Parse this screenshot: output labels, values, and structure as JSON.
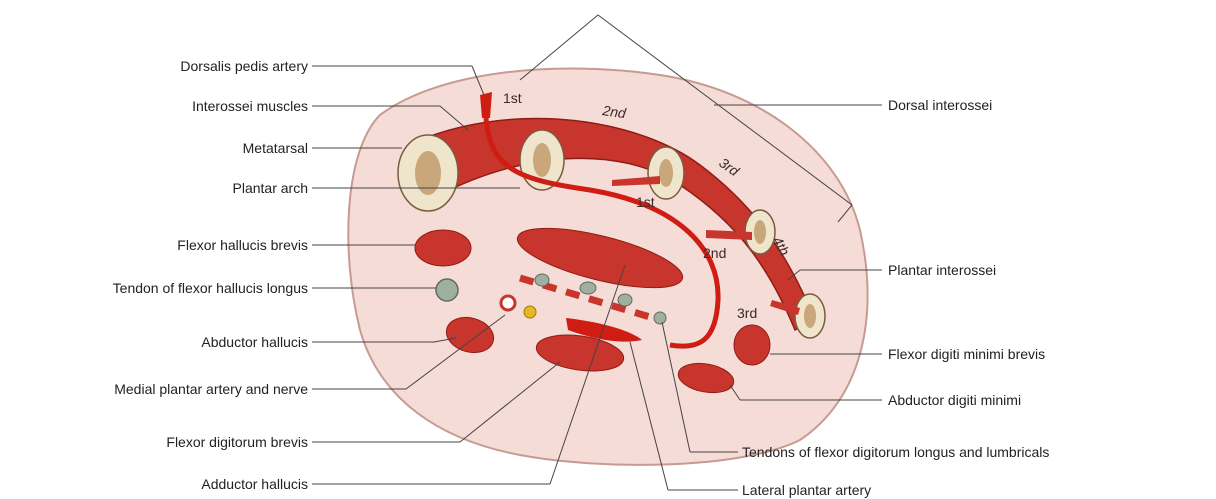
{
  "labels_left": {
    "dorsalis_pedis_artery": "Dorsalis pedis artery",
    "interossei_muscles": "Interossei muscles",
    "metatarsal": "Metatarsal",
    "plantar_arch": "Plantar arch",
    "flexor_hallucis_brevis": "Flexor hallucis brevis",
    "tendon_flexor_hallucis_longus": "Tendon of flexor hallucis longus",
    "abductor_hallucis": "Abductor hallucis",
    "medial_plantar_artery_nerve": "Medial plantar artery and nerve",
    "flexor_digitorum_brevis": "Flexor digitorum brevis",
    "adductor_hallucis": "Adductor hallucis"
  },
  "labels_right": {
    "dorsal_interossei": "Dorsal interossei",
    "plantar_interossei": "Plantar interossei",
    "flexor_digiti_minimi_brevis": "Flexor digiti minimi brevis",
    "abductor_digiti_minimi": "Abductor digiti minimi",
    "tendons_flexor_digitorum_longus": "Tendons of flexor digitorum longus and lumbricals",
    "lateral_plantar_artery": "Lateral plantar artery"
  },
  "in_diagram": {
    "dorsal_1": "1st",
    "dorsal_2": "2nd",
    "dorsal_3": "3rd",
    "dorsal_4": "4th",
    "plantar_1": "1st",
    "plantar_2": "2nd",
    "plantar_3": "3rd"
  },
  "colors": {
    "skin": "#f6dcd6",
    "skin_outline": "#c79a92",
    "muscle": "#c8352c",
    "muscle_dark": "#8e1d17",
    "bone": "#efe4cc",
    "bone_core": "#c9a77a",
    "artery": "#d01d14",
    "tendon": "#9fb0a0"
  }
}
